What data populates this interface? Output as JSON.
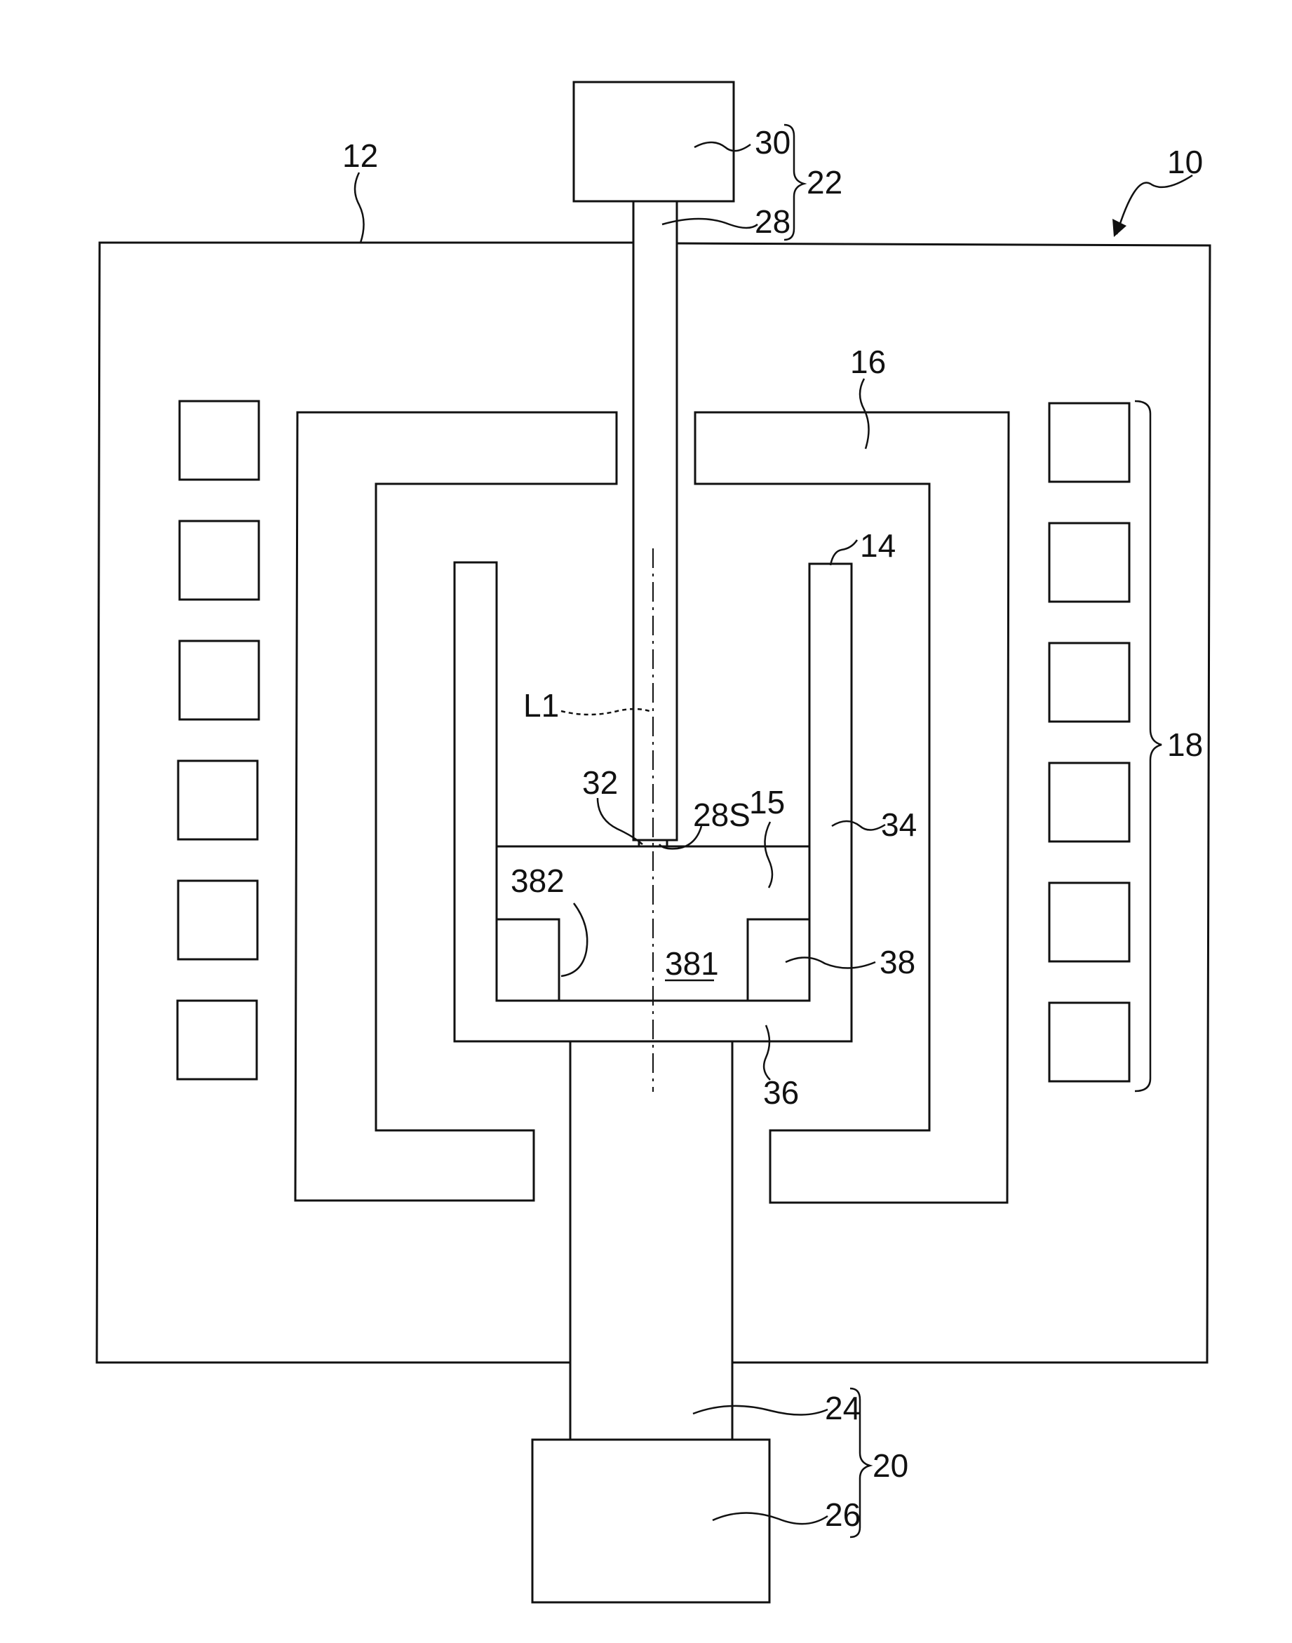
{
  "labels": {
    "apparatus": "10",
    "chamber": "12",
    "crucible": "14",
    "solution": "15",
    "insulator": "16",
    "heater": "18",
    "lower_drive": "20",
    "upper_drive": "22",
    "lower_shaft": "24",
    "lower_motor": "26",
    "upper_shaft": "28",
    "seed_surface": "28S",
    "upper_motor": "30",
    "seed_crystal": "32",
    "crucible_wall": "34",
    "crucible_bottom": "36",
    "ring_member": "38",
    "ring_opening": "381",
    "ring_inner_face": "382",
    "axis": "L1"
  }
}
